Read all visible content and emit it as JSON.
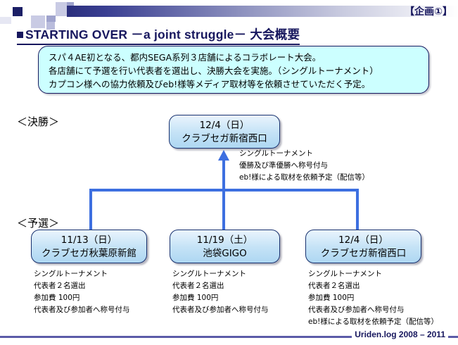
{
  "header": {
    "corner_label": "【企画①】",
    "title": "STARTING OVER －a joint struggle－  大会概要"
  },
  "summary": {
    "lines": [
      "スパ４AE初となる、都内SEGA系列３店舗によるコラボレート大会。",
      "各店舗にて予選を行い代表者を選出し、決勝大会を実施。（シングルトーナメント）",
      "カプコン様への協力依頼及びeb!様等メディア取材等を依頼させていただく予定。"
    ]
  },
  "stages": {
    "final_label": "＜決勝＞",
    "prelim_label": "＜予選＞"
  },
  "final_node": {
    "date": "12/4（日）",
    "venue": "クラブセガ新宿西口",
    "notes": [
      "シングルトーナメント",
      "優勝及び準優勝へ称号付与",
      "eb!様による取材を依頼予定（配信等）"
    ]
  },
  "prelims": [
    {
      "date": "11/13（日）",
      "venue": "クラブセガ秋葉原新館",
      "notes": [
        "シングルトーナメント",
        "代表者２名選出",
        "参加費 100円",
        "代表者及び参加者へ称号付与"
      ]
    },
    {
      "date": "11/19（土）",
      "venue": "池袋GIGO",
      "notes": [
        "シングルトーナメント",
        "代表者２名選出",
        "参加費 100円",
        "代表者及び参加者へ称号付与"
      ]
    },
    {
      "date": "12/4（日）",
      "venue": "クラブセガ新宿西口",
      "notes": [
        "シングルトーナメント",
        "代表者２名選出",
        "参加費 100円",
        "代表者及び参加者へ称号付与",
        "eb!様による取材を依頼予定（配信等）"
      ]
    }
  ],
  "footer": {
    "text": "Uriden.log  2008 – 2011"
  },
  "colors": {
    "navy": "#17175e",
    "summary_fill": "#ccffff",
    "node_fill": "#c3e2f6",
    "connector": "#3d6fe0",
    "footer_rule": "#5b5ba8"
  }
}
